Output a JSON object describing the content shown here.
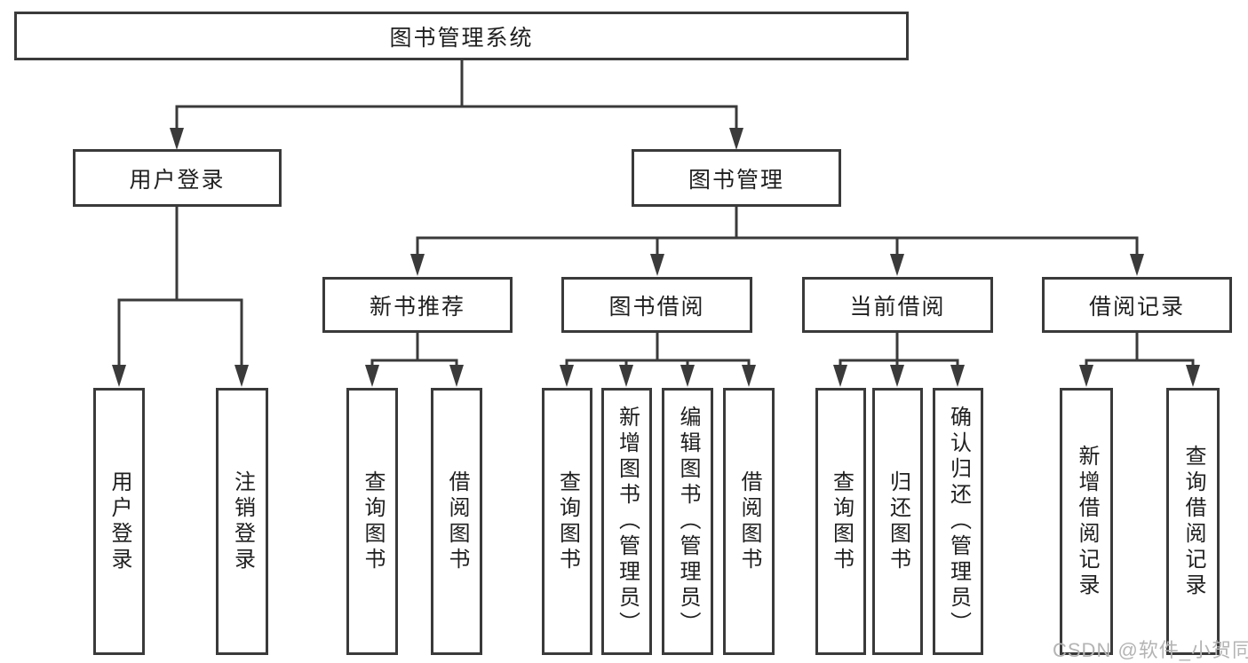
{
  "root": {
    "label": "图书管理系统"
  },
  "level1": [
    {
      "label": "用户登录"
    },
    {
      "label": "图书管理"
    }
  ],
  "level2": [
    {
      "label": "新书推荐"
    },
    {
      "label": "图书借阅"
    },
    {
      "label": "当前借阅"
    },
    {
      "label": "借阅记录"
    }
  ],
  "leaves": [
    {
      "label": "用户登录"
    },
    {
      "label": "注销登录"
    },
    {
      "label": "查询图书"
    },
    {
      "label": "借阅图书"
    },
    {
      "label": "查询图书"
    },
    {
      "label": "新增图书（管理员）"
    },
    {
      "label": "编辑图书（管理员）"
    },
    {
      "label": "借阅图书"
    },
    {
      "label": "查询图书"
    },
    {
      "label": "归还图书"
    },
    {
      "label": "确认归还（管理员）"
    },
    {
      "label": "新增借阅记录"
    },
    {
      "label": "查询借阅记录"
    }
  ],
  "hierarchy": {
    "图书管理系统": [
      "用户登录",
      "图书管理"
    ],
    "用户登录": [
      "用户登录",
      "注销登录"
    ],
    "图书管理": [
      "新书推荐",
      "图书借阅",
      "当前借阅",
      "借阅记录"
    ],
    "新书推荐": [
      "查询图书",
      "借阅图书"
    ],
    "图书借阅": [
      "查询图书",
      "新增图书（管理员）",
      "编辑图书（管理员）",
      "借阅图书"
    ],
    "当前借阅": [
      "查询图书",
      "归还图书",
      "确认归还（管理员）"
    ],
    "借阅记录": [
      "新增借阅记录",
      "查询借阅记录"
    ]
  },
  "watermark": {
    "text": "CSDN @软件_小贺同学"
  },
  "colors": {
    "line": "#3a3a3a",
    "text": "#1f1f1f",
    "background": "#ffffff",
    "watermark": "#b4b4b4"
  }
}
